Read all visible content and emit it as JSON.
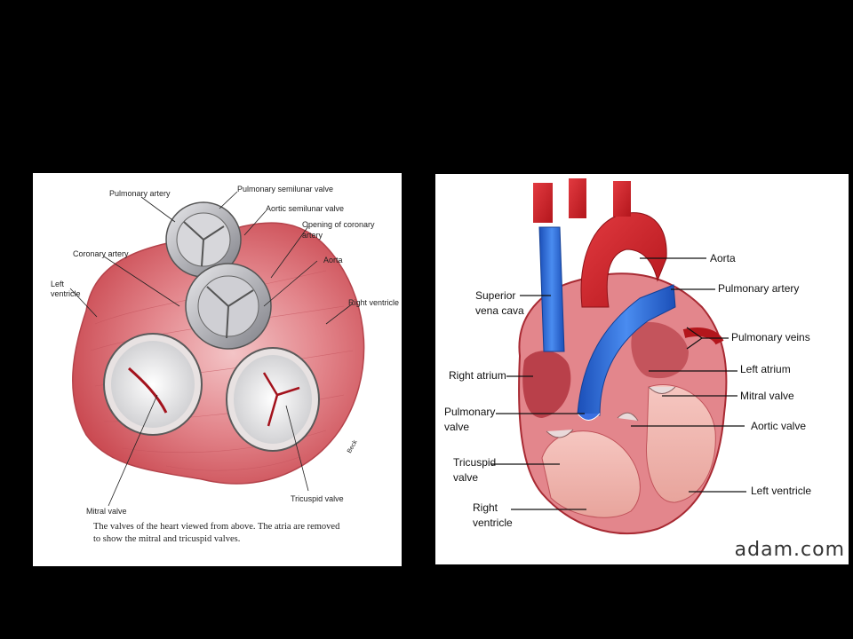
{
  "left_figure": {
    "labels": {
      "pulmonary_artery": "Pulmonary artery",
      "pulmonary_semilunar_valve": "Pulmonary semilunar valve",
      "aortic_semilunar_valve": "Aortic semilunar valve",
      "opening_coronary_1": "Opening of coronary",
      "opening_coronary_2": "artery",
      "coronary_artery": "Coronary artery",
      "aorta": "Aorta",
      "left_ventricle_1": "Left",
      "left_ventricle_2": "ventricle",
      "right_ventricle": "Right ventricle",
      "mitral_valve": "Mitral valve",
      "tricuspid_valve": "Tricuspid valve",
      "signature": "Beck"
    },
    "caption_line1": "The valves of the heart viewed from above. The atria are removed",
    "caption_line2": "to show the mitral and tricuspid valves."
  },
  "right_figure": {
    "labels": {
      "aorta": "Aorta",
      "pulmonary_artery": "Pulmonary artery",
      "superior_vena_cava_1": "Superior",
      "superior_vena_cava_2": "vena cava",
      "pulmonary_veins": "Pulmonary veins",
      "right_atrium": "Right atrium",
      "left_atrium": "Left atrium",
      "mitral_valve": "Mitral valve",
      "pulmonary_valve_1": "Pulmonary",
      "pulmonary_valve_2": "valve",
      "aortic_valve": "Aortic valve",
      "tricuspid_valve_1": "Tricuspid",
      "tricuspid_valve_2": "valve",
      "left_ventricle": "Left ventricle",
      "right_ventricle_1": "Right",
      "right_ventricle_2": "ventricle"
    },
    "brand": "adam.com"
  },
  "colors": {
    "background": "#000000",
    "muscle": "#d9636b",
    "artery_red": "#d8252d",
    "vein_blue": "#2f6fd6"
  }
}
